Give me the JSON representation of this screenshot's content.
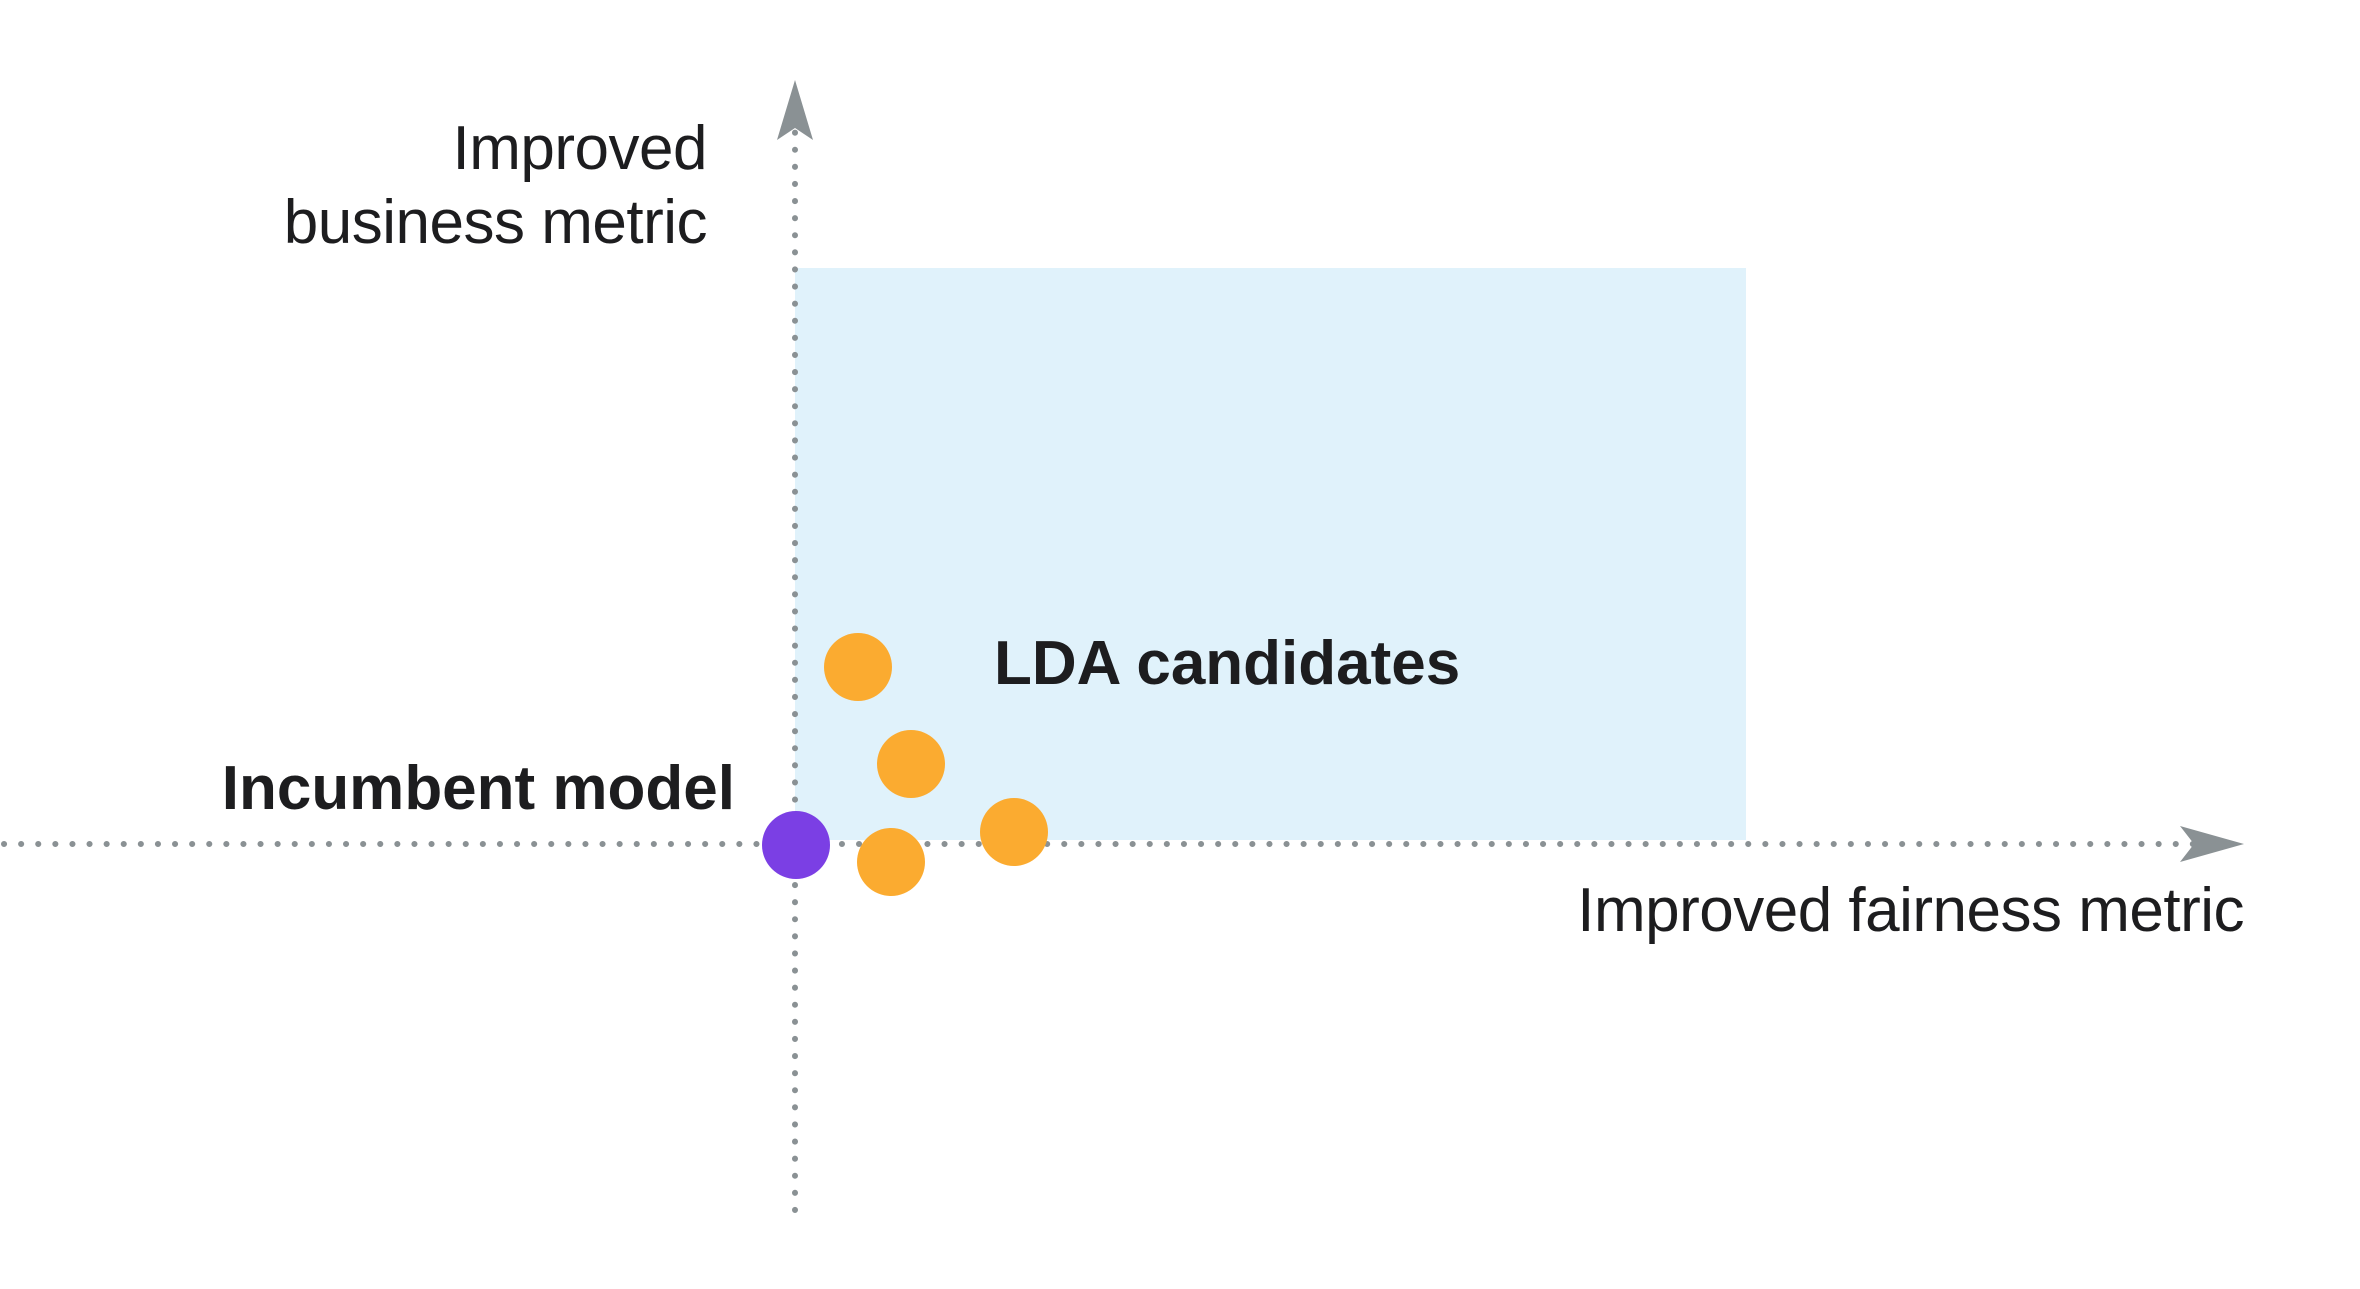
{
  "diagram": {
    "y_axis_label_line1": "Improved",
    "y_axis_label_line2": "business metric",
    "x_axis_label": "Improved fairness metric",
    "incumbent_label": "Incumbent model",
    "candidates_label": "LDA candidates"
  },
  "colors": {
    "axis": "#8a9194",
    "region": "#e0f2fb",
    "incumbent": "#7b3fe4",
    "candidate": "#fbab30",
    "text": "#1d1d1f"
  },
  "points": {
    "incumbent_count": 1,
    "candidate_count": 4
  }
}
